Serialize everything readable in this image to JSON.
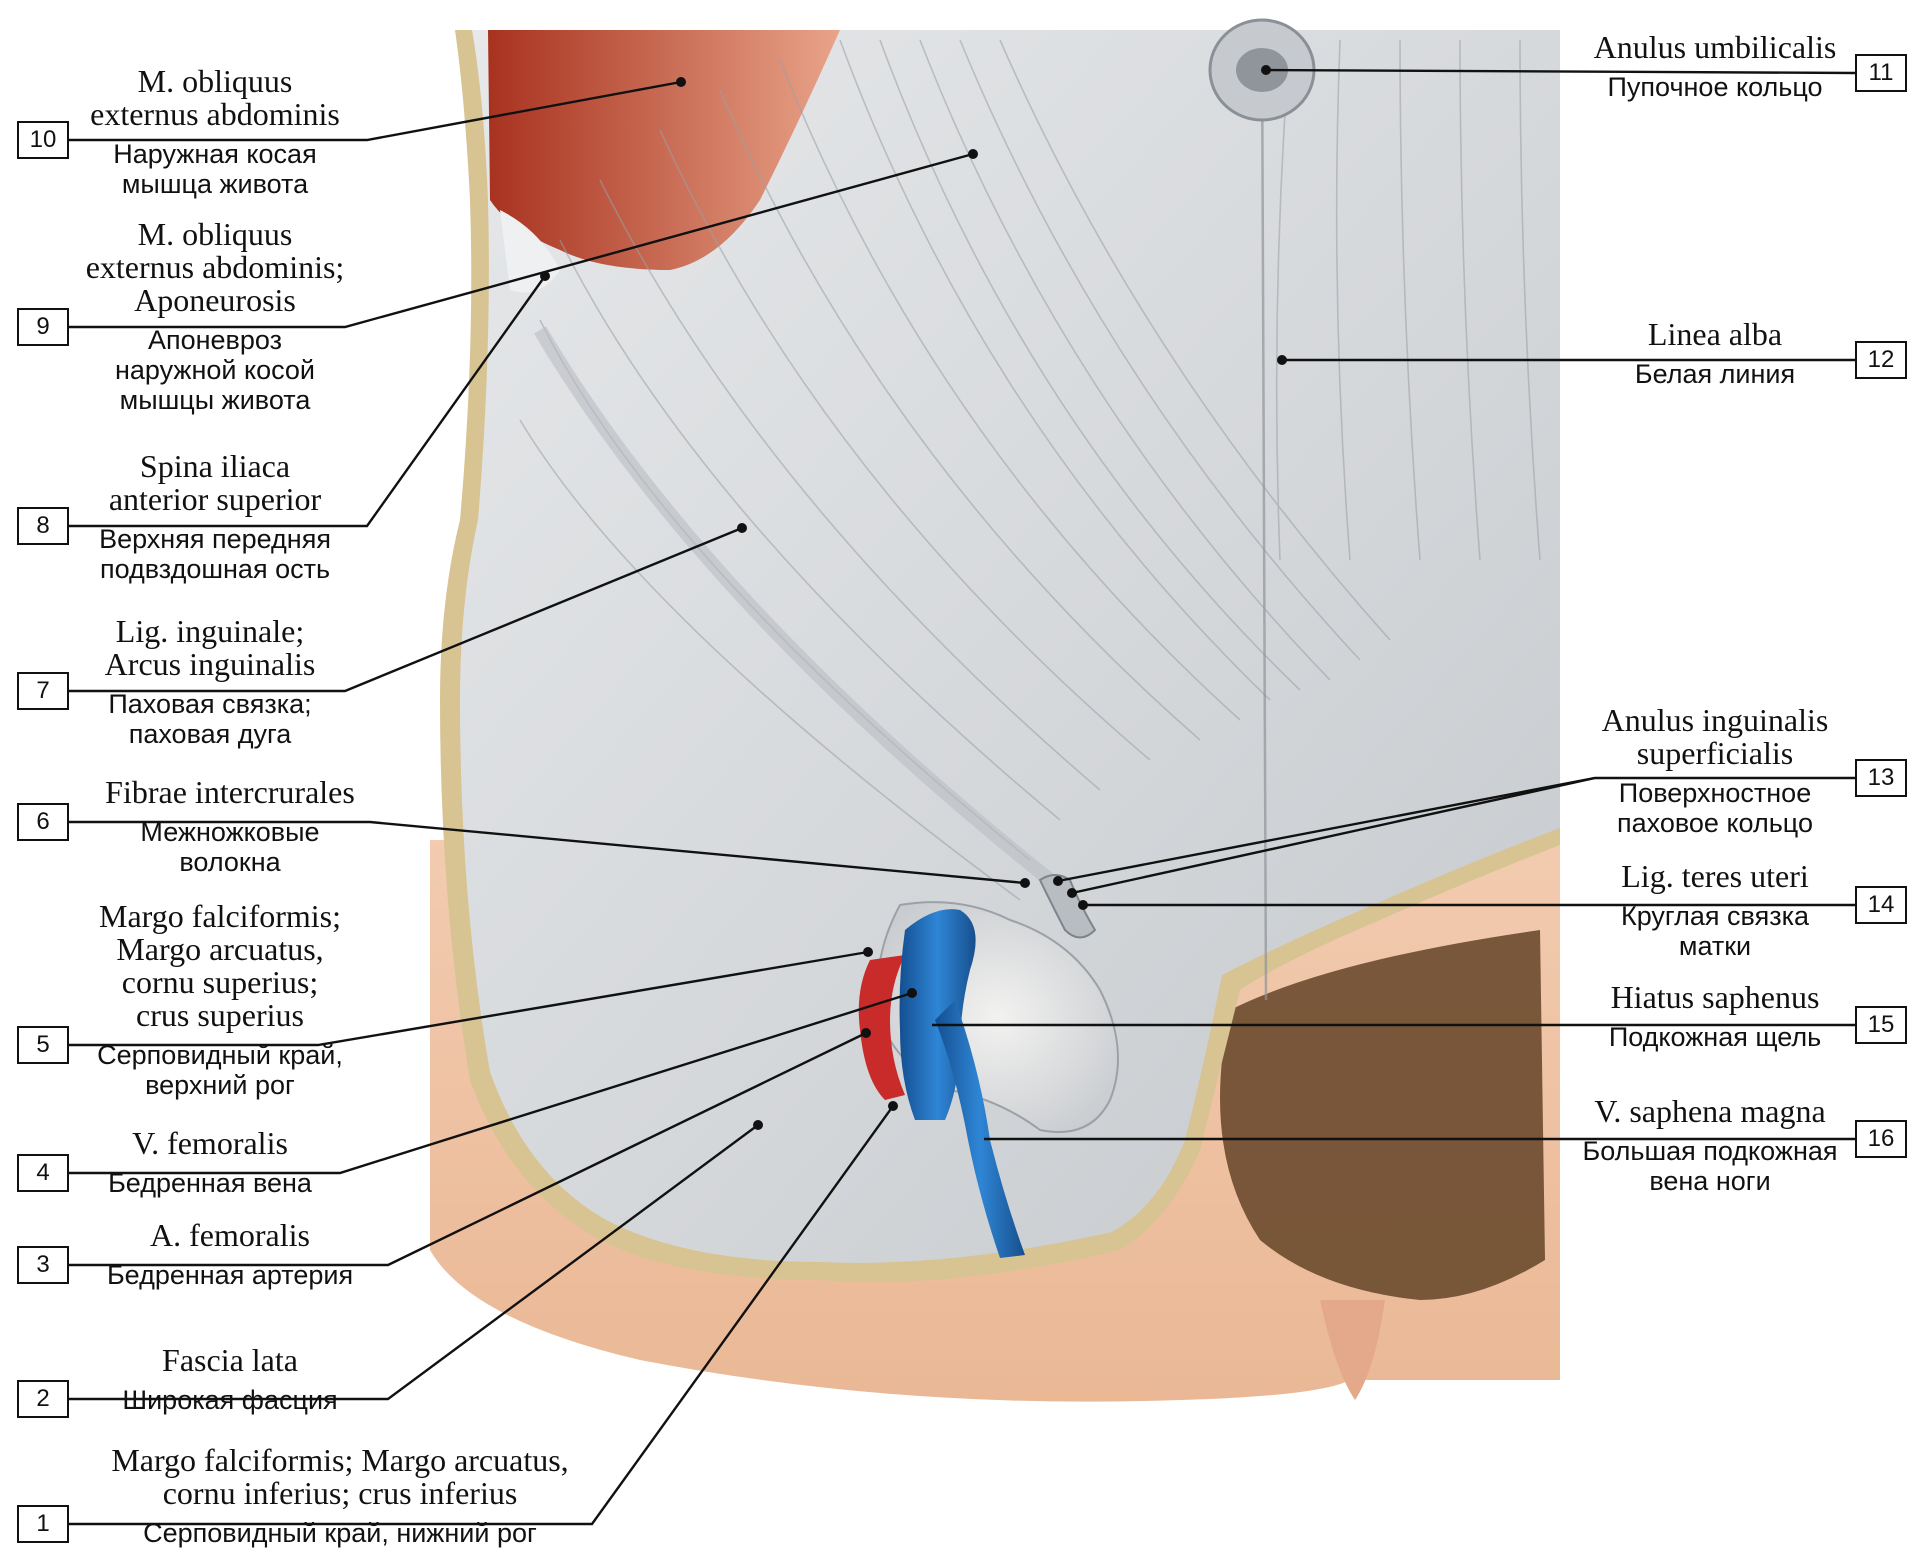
{
  "labels": [
    {
      "num": "1",
      "latin": "Margo falciformis; Margo arcuatus,\ncornu inferius; crus inferius",
      "russian": "Серповидный край, нижний рог"
    },
    {
      "num": "2",
      "latin": "Fascia lata",
      "russian": "Широкая фасция"
    },
    {
      "num": "3",
      "latin": "A. femoralis",
      "russian": "Бедренная артерия"
    },
    {
      "num": "4",
      "latin": "V. femoralis",
      "russian": "Бедренная вена"
    },
    {
      "num": "5",
      "latin": "Margo falciformis;\nMargo arcuatus,\ncornu superius;\ncrus superius",
      "russian": "Серповидный край,\nверхний рог"
    },
    {
      "num": "6",
      "latin": "Fibrae intercrurales",
      "russian": "Межножковые\nволокна"
    },
    {
      "num": "7",
      "latin": "Lig. inguinale;\nArcus inguinalis",
      "russian": "Паховая связка;\nпаховая дуга"
    },
    {
      "num": "8",
      "latin": "Spina iliaca\nanterior superior",
      "russian": "Верхняя передняя\nподвздошная ость"
    },
    {
      "num": "9",
      "latin": "M. obliquus\nexternus abdominis;\nAponeurosis",
      "russian": "Апоневроз\nнаружной косой\nмышцы живота"
    },
    {
      "num": "10",
      "latin": "M. obliquus\nexternus abdominis",
      "russian": "Наружная косая\nмышца живота"
    },
    {
      "num": "11",
      "latin": "Anulus umbilicalis",
      "russian": "Пупочное кольцо"
    },
    {
      "num": "12",
      "latin": "Linea alba",
      "russian": "Белая линия"
    },
    {
      "num": "13",
      "latin": "Anulus inguinalis\nsuperficialis",
      "russian": "Поверхностное\nпаховое кольцо"
    },
    {
      "num": "14",
      "latin": "Lig. teres uteri",
      "russian": "Круглая связка\nматки"
    },
    {
      "num": "15",
      "latin": "Hiatus saphenus",
      "russian": "Подкожная щель"
    },
    {
      "num": "16",
      "latin": "V. saphena magna",
      "russian": "Большая подкожная\nвена ноги"
    }
  ],
  "colors": {
    "fascia": "#d9dcdf",
    "fascia_dark": "#aeb2b7",
    "skin": "#f0c6a8",
    "fat_border": "#d8c392",
    "muscle": "#b4442e",
    "vein": "#1f6fbf",
    "artery": "#c92a2a",
    "hair": "#6b4a2e",
    "line": "#111111"
  }
}
